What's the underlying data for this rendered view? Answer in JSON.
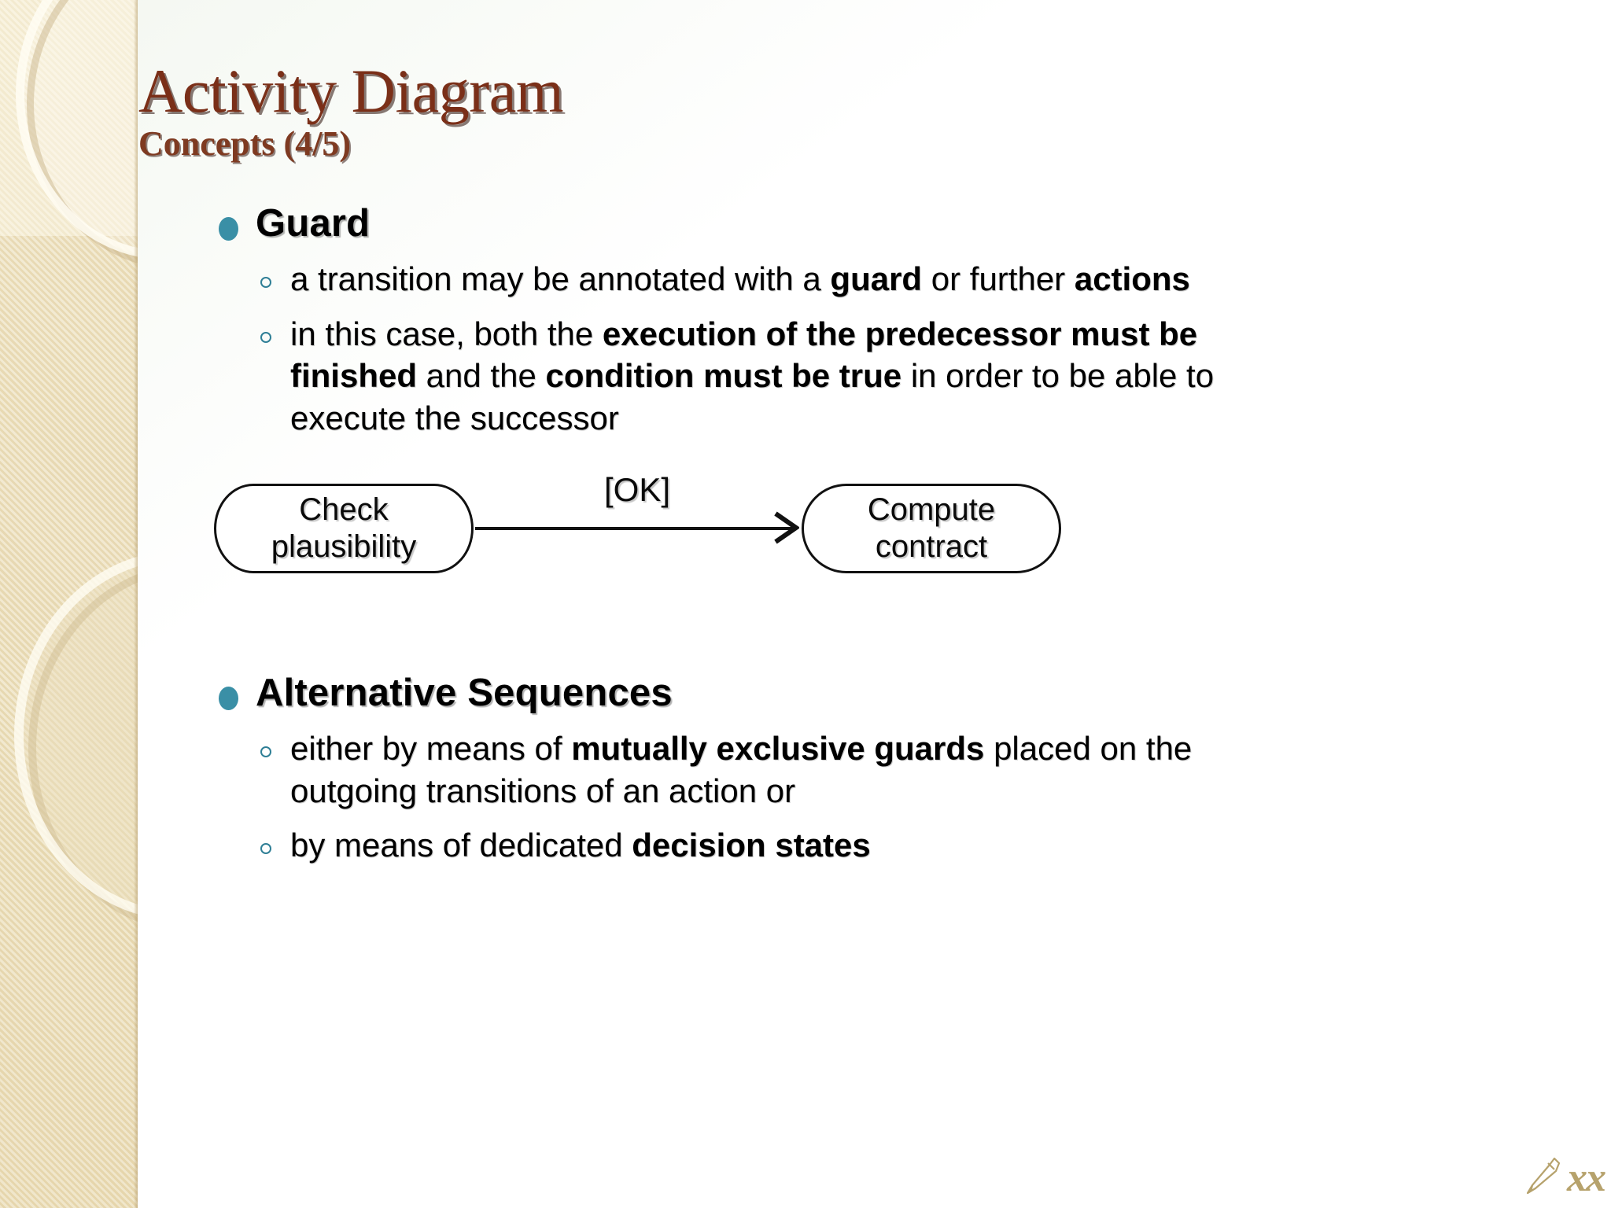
{
  "slide": {
    "title": "Activity Diagram",
    "subtitle": "Concepts (4/5)",
    "accent_color": "#3a8fa6",
    "title_color": "#7a2f18",
    "band_color": "#eadcb5"
  },
  "sections": [
    {
      "heading": "Guard",
      "bullets": [
        {
          "parts": [
            {
              "text": "a transition may be annotated with a ",
              "bold": false
            },
            {
              "text": "guard",
              "bold": true
            },
            {
              "text": " or further ",
              "bold": false
            },
            {
              "text": "actions",
              "bold": true
            }
          ]
        },
        {
          "parts": [
            {
              "text": "in this case, both the ",
              "bold": false
            },
            {
              "text": "execution of the predecessor must be finished",
              "bold": true
            },
            {
              "text": " and the ",
              "bold": false
            },
            {
              "text": "condition must be true",
              "bold": true
            },
            {
              "text": " in order to be able to execute the successor",
              "bold": false
            }
          ]
        }
      ]
    },
    {
      "heading": "Alternative Sequences",
      "bullets": [
        {
          "parts": [
            {
              "text": "either by means of ",
              "bold": false
            },
            {
              "text": "mutually exclusive guards",
              "bold": true
            },
            {
              "text": " placed on the outgoing transitions of an action or",
              "bold": false
            }
          ]
        },
        {
          "parts": [
            {
              "text": "by means of dedicated ",
              "bold": false
            },
            {
              "text": "decision states",
              "bold": true
            }
          ]
        }
      ]
    }
  ],
  "diagram": {
    "type": "activity-diagram",
    "nodes": [
      {
        "id": "check",
        "label": "Check\nplausibility"
      },
      {
        "id": "compute",
        "label": "Compute\ncontract"
      }
    ],
    "edges": [
      {
        "from": "check",
        "to": "compute",
        "guard_label": "[OK]"
      }
    ]
  },
  "footer": {
    "mark_text": "xx",
    "icon": "pen-nib-icon"
  }
}
